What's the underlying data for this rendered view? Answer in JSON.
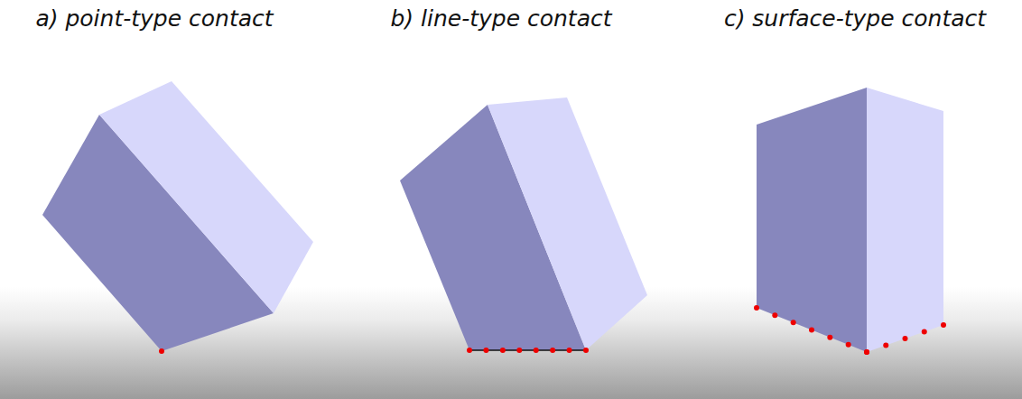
{
  "diagram": {
    "labels": [
      "a) point-type contact",
      "b) line-type contact",
      "c) surface-type contact"
    ]
  }
}
